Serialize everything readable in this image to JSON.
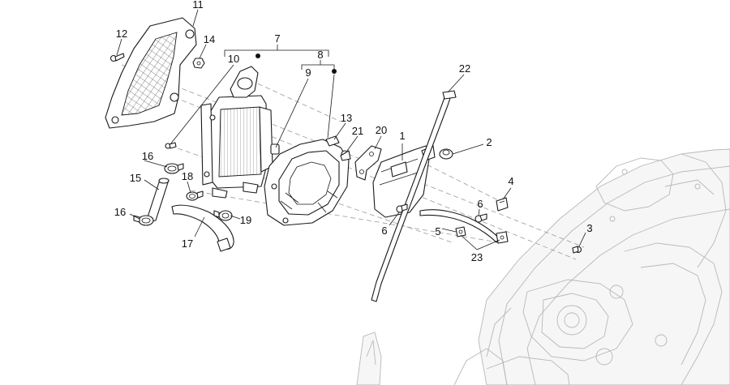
{
  "callouts": [
    {
      "label": "1"
    },
    {
      "label": "2"
    },
    {
      "label": "3"
    },
    {
      "label": "4"
    },
    {
      "label": "5"
    },
    {
      "label": "6"
    },
    {
      "label": "6"
    },
    {
      "label": "7"
    },
    {
      "label": "8"
    },
    {
      "label": "9"
    },
    {
      "label": "10"
    },
    {
      "label": "11"
    },
    {
      "label": "12"
    },
    {
      "label": "13"
    },
    {
      "label": "14"
    },
    {
      "label": "15"
    },
    {
      "label": "16"
    },
    {
      "label": "16"
    },
    {
      "label": "17"
    },
    {
      "label": "18"
    },
    {
      "label": "19"
    },
    {
      "label": "20"
    },
    {
      "label": "21"
    },
    {
      "label": "22"
    },
    {
      "label": "23"
    }
  ]
}
